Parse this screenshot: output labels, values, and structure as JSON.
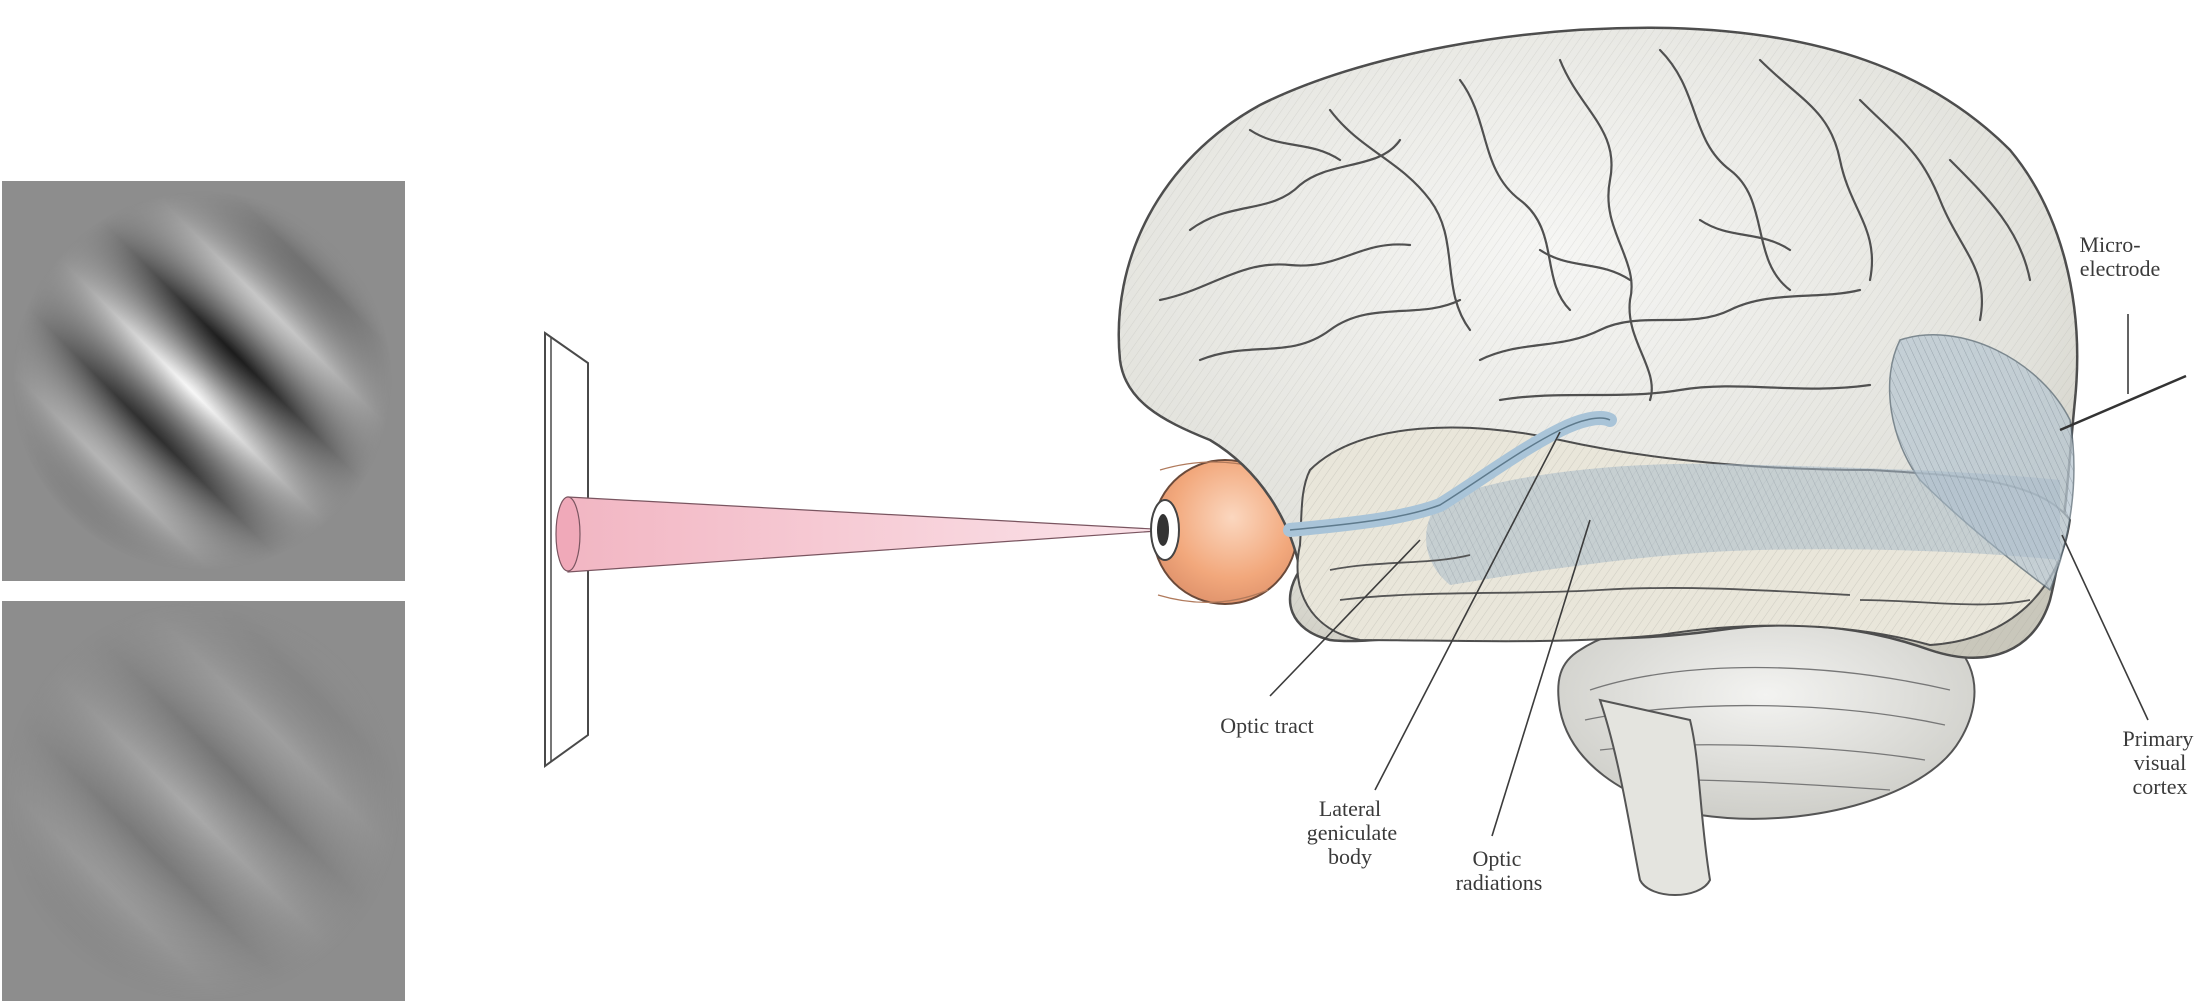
{
  "labels": {
    "microelectrode_line1": "Micro-",
    "microelectrode_line2": "electrode",
    "optic_tract": "Optic tract",
    "lgn_line1": "Lateral",
    "lgn_line2": "geniculate",
    "lgn_line3": "body",
    "optic_radiations_line1": "Optic",
    "optic_radiations_line2": "radiations",
    "v1_line1": "Primary",
    "v1_line2": "visual",
    "v1_line3": "cortex"
  },
  "colors": {
    "background": "#ffffff",
    "gabor_gray": "#8d8d8d",
    "light_cone": "#f4c7d0",
    "eyeball": "#f0b088",
    "visual_pathway": "#a9c4d8",
    "cortex_tint": "#b9c8d2",
    "brain_line": "#555555"
  },
  "stimuli": [
    {
      "name": "high-contrast-gabor",
      "contrast": 1.0,
      "orientation": "diagonal"
    },
    {
      "name": "low-contrast-gabor",
      "contrast": 0.25,
      "orientation": "diagonal"
    }
  ]
}
